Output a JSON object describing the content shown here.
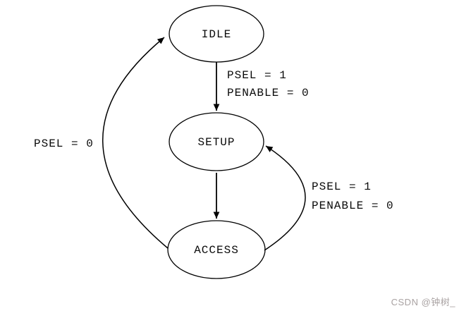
{
  "states": [
    {
      "label": "IDLE"
    },
    {
      "label": "SETUP"
    },
    {
      "label": "ACCESS"
    }
  ],
  "transitions": {
    "idle_to_setup": {
      "line1": "PSEL = 1",
      "line2": "PENABLE = 0"
    },
    "access_to_setup": {
      "line1": "PSEL = 1",
      "line2": "PENABLE = 0"
    },
    "access_to_idle": {
      "line1": "PSEL = 0"
    }
  },
  "watermark": "CSDN @钟树_",
  "colors": {
    "stroke": "#000000",
    "text": "#0a0a0a",
    "watermark": "#a9a2a2",
    "background": "#ffffff"
  }
}
